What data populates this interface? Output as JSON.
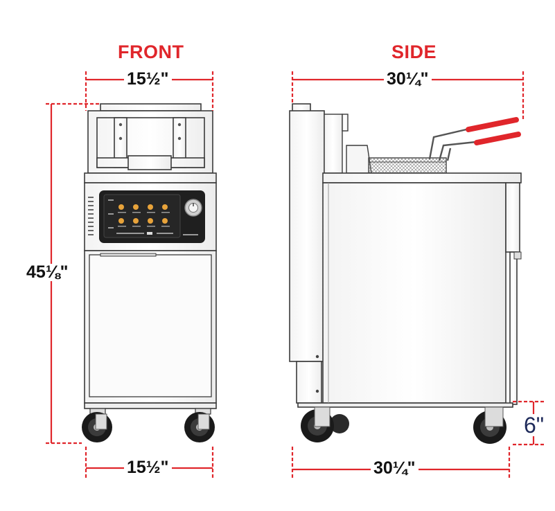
{
  "views": {
    "front": {
      "title": "FRONT"
    },
    "side": {
      "title": "SIDE"
    }
  },
  "dimensions": {
    "front_top_width": "15½\"",
    "front_bottom_width": "15½\"",
    "height": "45⅛\"",
    "side_top_depth": "30¼\"",
    "side_bottom_depth": "30¼\"",
    "leg_height": "6\""
  },
  "colors": {
    "dimension_line": "#e0262b",
    "outline": "#3a3a3a",
    "body_fill": "#fbfbfb",
    "screen": "#1f1f1f",
    "handle_grip": "#e0262b"
  },
  "icons": {
    "control_knob": "dial-knob-icon",
    "screen_items": "food-item-icon"
  }
}
